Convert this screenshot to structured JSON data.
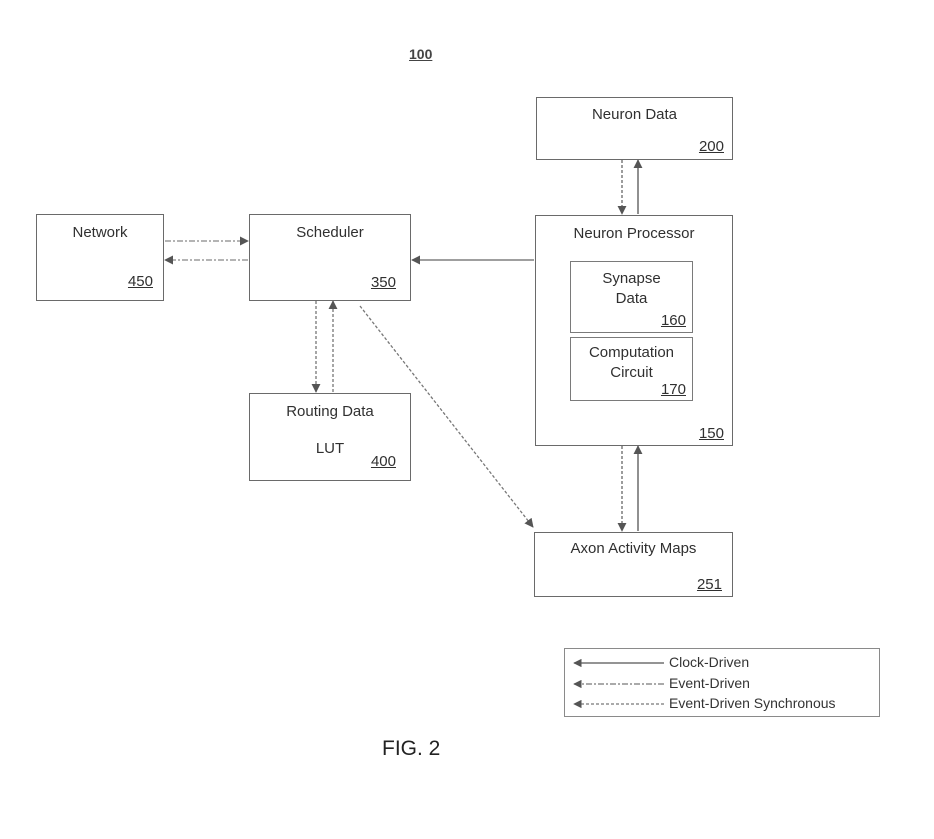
{
  "figure": {
    "ref": "100",
    "caption": "FIG. 2"
  },
  "blocks": {
    "neuron_data": {
      "label": "Neuron Data",
      "num": "200"
    },
    "network": {
      "label": "Network",
      "num": "450"
    },
    "scheduler": {
      "label": "Scheduler",
      "num": "350"
    },
    "neuron_processor": {
      "label": "Neuron Processor",
      "num": "150"
    },
    "synapse_data": {
      "label_line1": "Synapse",
      "label_line2": "Data",
      "num": "160"
    },
    "computation_circuit": {
      "label_line1": "Computation",
      "label_line2": "Circuit",
      "num": "170"
    },
    "routing_data": {
      "label": "Routing Data",
      "sublabel": "LUT",
      "num": "400"
    },
    "axon_activity_maps": {
      "label": "Axon Activity Maps",
      "num": "251"
    }
  },
  "legend": {
    "clock": "Clock-Driven",
    "event": "Event-Driven",
    "event_sync": "Event-Driven Synchronous"
  }
}
